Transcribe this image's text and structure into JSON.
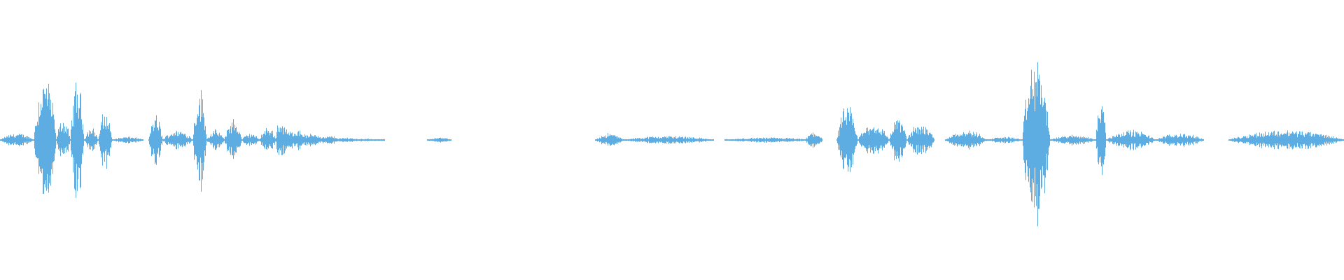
{
  "waveform": {
    "color": "#5dade2",
    "icon": "audio-waveform",
    "duration_units": 1920,
    "segments": [
      {
        "start": 0,
        "end": 48,
        "peak": 0.08
      },
      {
        "start": 48,
        "end": 80,
        "peak": 0.78
      },
      {
        "start": 80,
        "end": 100,
        "peak": 0.25
      },
      {
        "start": 100,
        "end": 120,
        "peak": 0.72
      },
      {
        "start": 120,
        "end": 140,
        "peak": 0.15
      },
      {
        "start": 140,
        "end": 160,
        "peak": 0.35
      },
      {
        "start": 160,
        "end": 205,
        "peak": 0.04
      },
      {
        "start": 212,
        "end": 232,
        "peak": 0.3
      },
      {
        "start": 232,
        "end": 275,
        "peak": 0.12
      },
      {
        "start": 275,
        "end": 295,
        "peak": 0.62
      },
      {
        "start": 295,
        "end": 320,
        "peak": 0.12
      },
      {
        "start": 320,
        "end": 345,
        "peak": 0.25
      },
      {
        "start": 345,
        "end": 370,
        "peak": 0.08
      },
      {
        "start": 370,
        "end": 395,
        "peak": 0.15
      },
      {
        "start": 395,
        "end": 550,
        "peak": 0.25,
        "decay": true
      },
      {
        "start": 610,
        "end": 645,
        "peak": 0.03
      },
      {
        "start": 850,
        "end": 890,
        "peak": 0.08
      },
      {
        "start": 890,
        "end": 1020,
        "peak": 0.05
      },
      {
        "start": 1035,
        "end": 1160,
        "peak": 0.03
      },
      {
        "start": 1150,
        "end": 1175,
        "peak": 0.1
      },
      {
        "start": 1195,
        "end": 1225,
        "peak": 0.4
      },
      {
        "start": 1225,
        "end": 1270,
        "peak": 0.2
      },
      {
        "start": 1270,
        "end": 1295,
        "peak": 0.28
      },
      {
        "start": 1295,
        "end": 1335,
        "peak": 0.2
      },
      {
        "start": 1350,
        "end": 1410,
        "peak": 0.12
      },
      {
        "start": 1410,
        "end": 1460,
        "peak": 0.04
      },
      {
        "start": 1460,
        "end": 1500,
        "peak": 1.0
      },
      {
        "start": 1500,
        "end": 1565,
        "peak": 0.06
      },
      {
        "start": 1565,
        "end": 1580,
        "peak": 0.5
      },
      {
        "start": 1580,
        "end": 1650,
        "peak": 0.12
      },
      {
        "start": 1650,
        "end": 1720,
        "peak": 0.08
      },
      {
        "start": 1755,
        "end": 1920,
        "peak": 0.12
      }
    ]
  }
}
